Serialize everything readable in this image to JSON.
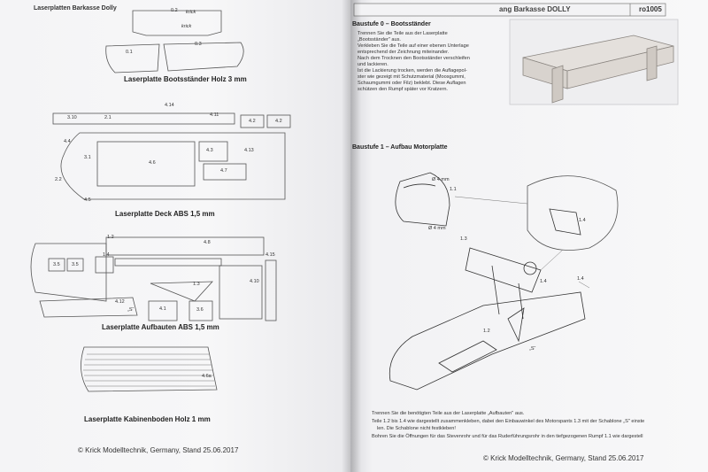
{
  "left_page": {
    "header": "Laserplatten Barkasse Dolly",
    "captions": {
      "bootsstaender": "Laserplatte Bootsständer Holz 3 mm",
      "deck": "Laserplatte Deck ABS 1,5 mm",
      "aufbauten": "Laserplatte Aufbauten ABS 1,5 mm",
      "kabinenboden": "Laserplatte Kabinenboden Holz 1 mm"
    },
    "part_labels": {
      "p02": "0.2",
      "p01": "0.1",
      "p03": "0.3",
      "krick1": "krick",
      "krick2": "krick",
      "p414": "4.14",
      "p310": "3.10",
      "p21": "2.1",
      "p411": "4.11",
      "p42a": "4.2",
      "p42b": "4.2",
      "p44": "4.4",
      "p31": "3.1",
      "p46": "4.6",
      "p43": "4.3",
      "p413": "4.13",
      "p47": "4.7",
      "p22": "2.2",
      "p45": "4.5",
      "p12": "1.2",
      "p48": "4.8",
      "p14": "1.4",
      "p35a": "3.5",
      "p35b": "3.5",
      "p415": "4.15",
      "p13": "1.3",
      "p410": "4.10",
      "p412": "4.12",
      "pS": "„S“",
      "p41": "4.1",
      "p36": "3.6",
      "p46a": "4.6a"
    },
    "footer": "© Krick Modelltechnik, Germany, Stand 25.06.2017"
  },
  "right_page": {
    "header_title": "ang Barkasse DOLLY",
    "header_code": "ro1005",
    "baustufe0_title": "Baustufe 0 – Bootsständer",
    "baustufe0_bullets": [
      "Trennen Sie die Teile aus der Laserplatte",
      "„Bootsständer\" aus.",
      "Verkleben Sie die Teile auf einer ebenen Unterlage",
      "entsprechend der Zeichnung miteinander.",
      "Nach dem Trocknen den Bootsständer verschleifen",
      "und lackieren.",
      "Ist die Lackierung trocken, werden die Auflagepol-",
      "ster wie gezeigt mit Schutzmaterial (Moosgummi,",
      "Schaumgummi oder Filz) beklebt. Diese Auflagen",
      "schützen den Rumpf später vor Kratzern."
    ],
    "baustufe1_title": "Baustufe 1 – Aufbau Motorplatte",
    "diagram_labels": {
      "d4mm_a": "Ø 4 mm",
      "d4mm_b": "Ø 4 mm",
      "l11": "1.1",
      "l13": "1.3",
      "l14a": "1.4",
      "l14b": "1.4",
      "l14c": "1.4",
      "l12": "1.2",
      "lS": "„S“"
    },
    "instructions": [
      "Trennen Sie die benötigten Teile aus der Laserplatte „Aufbauten\" aus.",
      "Teile 1.2 bis 1.4 wie dargestellt zusammenkleben, dabei den Einbauwinkel des Motorspants 1.3 mit der Schablone „S\" einste",
      "len. Die Schablone nicht festkleben!",
      "Bohren Sie die Öffnungen für das Stevenrohr und für das Ruderführungsrohr in den tiefgezogenen Rumpf 1.1 wie dargestell"
    ],
    "footer": "© Krick Modelltechnik, Germany, Stand 25.06.2017"
  }
}
